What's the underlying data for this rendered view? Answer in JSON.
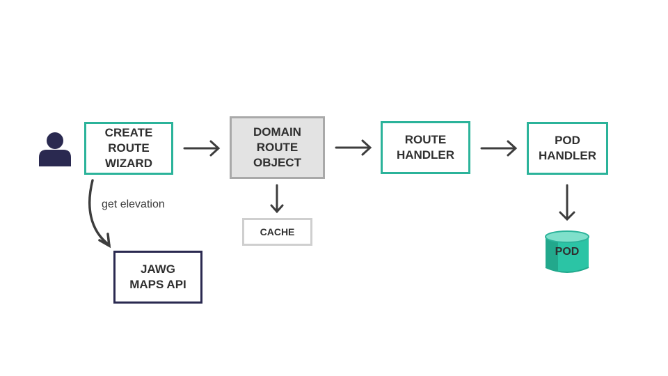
{
  "nodes": {
    "create_route_wizard": "CREATE\nROUTE\nWIZARD",
    "domain_route_object": "DOMAIN\nROUTE\nOBJECT",
    "route_handler": "ROUTE\nHANDLER",
    "pod_handler": "POD\nHANDLER",
    "cache": "CACHE",
    "jawg_maps_api": "JAWG\nMAPS API",
    "pod": "POD"
  },
  "edges": {
    "get_elevation_label": "get elevation"
  },
  "icons": {
    "user": "user-icon",
    "database": "database-icon"
  },
  "colors": {
    "teal": "#2bb39a",
    "navy": "#2a2950",
    "gray_fill": "#e3e3e3",
    "arrow": "#3d3d3d"
  }
}
